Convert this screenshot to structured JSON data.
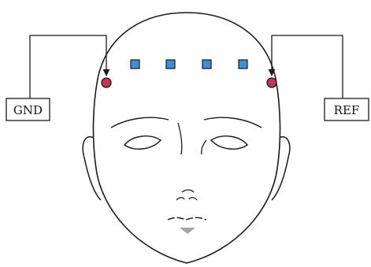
{
  "labels": {
    "ground": "GND",
    "reference": "REF"
  },
  "colors": {
    "electrode_active": "#3f8fd6",
    "electrode_ground_ref": "#c2374f",
    "line": "#1a1a1a",
    "mouth_shadow": "#a6a6a6"
  },
  "electrodes": {
    "blue_count": 4,
    "red_count": 2
  }
}
